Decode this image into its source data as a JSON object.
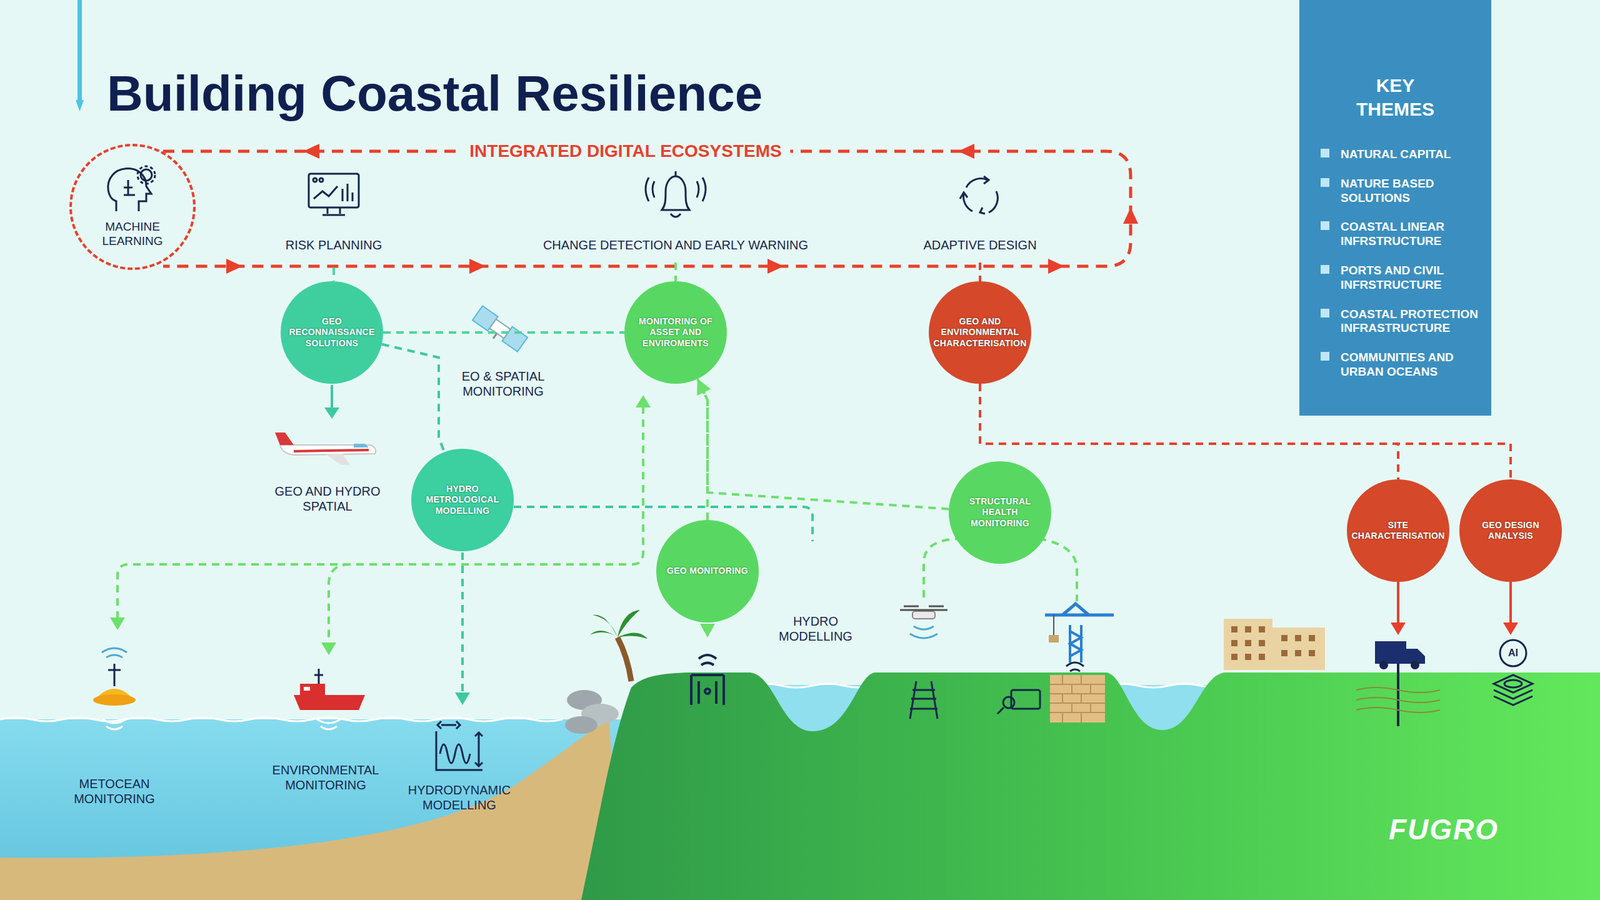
{
  "diagram": {
    "title": "Building Coastal Resilience",
    "nodes": [
      {
        "text": [
          "MACHINE LEARNING"
        ]
      },
      {
        "text": [
          "KEY THEMES",
          "NATURAL CAPITAL",
          "NATURE BASED SOLUTIONS",
          "COASTAL LINEAR INFRSTRUCTURE",
          "PORTS AND CIVIL INFRSTRUCTURE",
          "COASTAL PROTECTION INFRASTRUCTURE",
          "COMMUNITIES AND URBAN OCEANS"
        ]
      },
      {
        "text": [
          "GEO RECONNAISSANCE SOLUTIONS"
        ]
      },
      {
        "text": [
          "MONITORING OF ASSET AND ENVIROMENTS"
        ]
      },
      {
        "text": [
          "GEO AND ENVIRONMENTAL CHARACTERISATION"
        ]
      },
      {
        "text": [
          "HYDRO METROLOGICAL MODELLING"
        ]
      },
      {
        "text": [
          "STRUCTURAL HEALTH MONITORING"
        ]
      },
      {
        "text": [
          "GEO MONITORING"
        ]
      },
      {
        "text": [
          "SITE CHARACTERISATION"
        ]
      },
      {
        "text": [
          "GEO DESIGN ANALYSIS"
        ]
      }
    ],
    "edges": [
      {
        "from": 2,
        "to": 5,
        "arrow": "none"
      },
      {
        "from": 2,
        "to": 3,
        "arrow": "none"
      },
      {
        "from": 7,
        "to": 3,
        "arrow": "to"
      },
      {
        "from": 6,
        "to": 3,
        "arrow": "to"
      },
      {
        "from": 4,
        "to": 8,
        "arrow": "none"
      },
      {
        "from": 4,
        "to": 9,
        "arrow": "none"
      }
    ],
    "labels": [
      "INTEGRATED DIGITAL ECOSYSTEMS",
      "RISK PLANNING",
      "CHANGE DETECTION AND EARLY WARNING",
      "ADAPTIVE DESIGN",
      "EO & SPATIAL MONITORING",
      "GEO AND HYDRO SPATIAL",
      "HYDRO MODELLING",
      "METOCEAN MONITORING",
      "ENVIRONMENTAL MONITORING",
      "HYDRODYNAMIC MODELLING",
      "AI",
      "FUGRO"
    ]
  }
}
